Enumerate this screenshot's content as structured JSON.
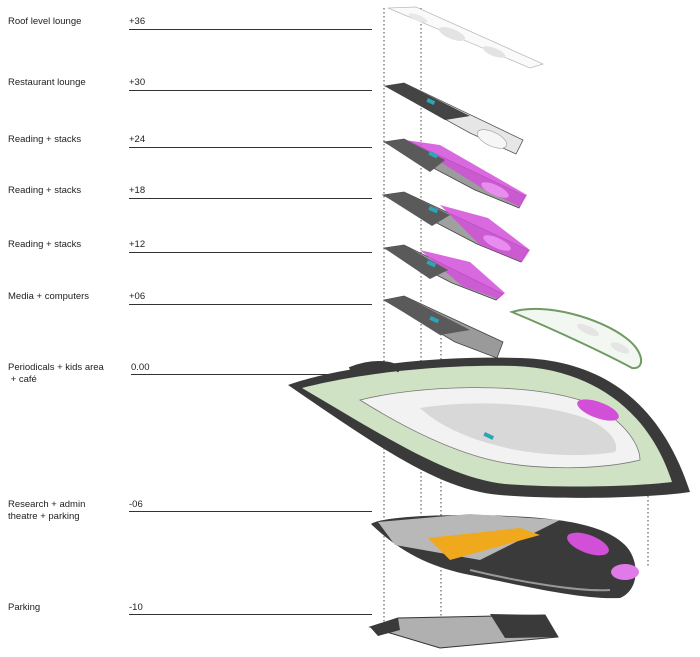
{
  "floors": [
    {
      "name": "Roof level lounge",
      "level": "+36"
    },
    {
      "name": "Restaurant lounge",
      "level": "+30"
    },
    {
      "name": "Reading + stacks",
      "level": "+24"
    },
    {
      "name": "Reading + stacks",
      "level": "+18"
    },
    {
      "name": "Reading + stacks",
      "level": "+12"
    },
    {
      "name": "Media + computers",
      "level": "+06"
    },
    {
      "name_line1": "Periodicals + kids area",
      "name_line2": " + café",
      "level": "0.00"
    },
    {
      "name_line1": "Research + admin",
      "name_line2": "theatre + parking",
      "level": "-06"
    },
    {
      "name": "Parking",
      "level": "-10"
    }
  ],
  "colors": {
    "reading_magenta": "#d24fd8",
    "theatre_orange": "#f0a81c",
    "landscape_green": "#cfe2c4",
    "slab_dark": "#3a3a3a",
    "slab_grey": "#9c9c9c",
    "media_teal": "#2aa6b8"
  }
}
